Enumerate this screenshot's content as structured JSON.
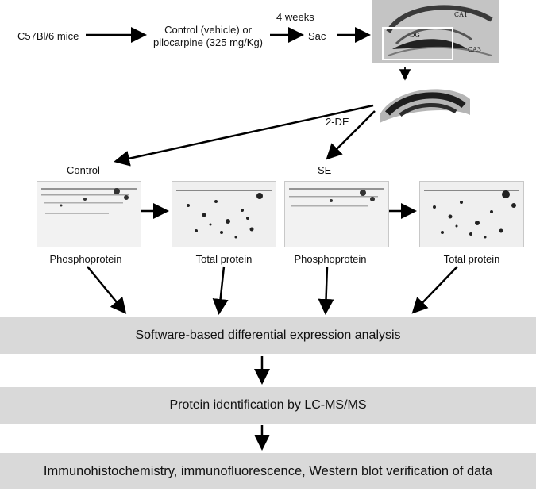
{
  "flow": {
    "mice": "C57Bl/6 mice",
    "treatment_line1": "Control (vehicle) or",
    "treatment_line2": "pilocarpine (325 mg/Kg)",
    "duration": "4 weeks",
    "sac": "Sac",
    "method": "2-DE"
  },
  "hippocampus": {
    "ca1": "CA1",
    "dg": "DG",
    "ca3": "CA3"
  },
  "groups": {
    "control": "Control",
    "se": "SE"
  },
  "gels": [
    {
      "label": "Phosphoprotein"
    },
    {
      "label": "Total protein"
    },
    {
      "label": "Phosphoprotein"
    },
    {
      "label": "Total protein"
    }
  ],
  "steps": [
    "Software-based differential expression analysis",
    "Protein identification by LC-MS/MS",
    "Immunohistochemistry, immunofluorescence, Western blot verification of data"
  ]
}
